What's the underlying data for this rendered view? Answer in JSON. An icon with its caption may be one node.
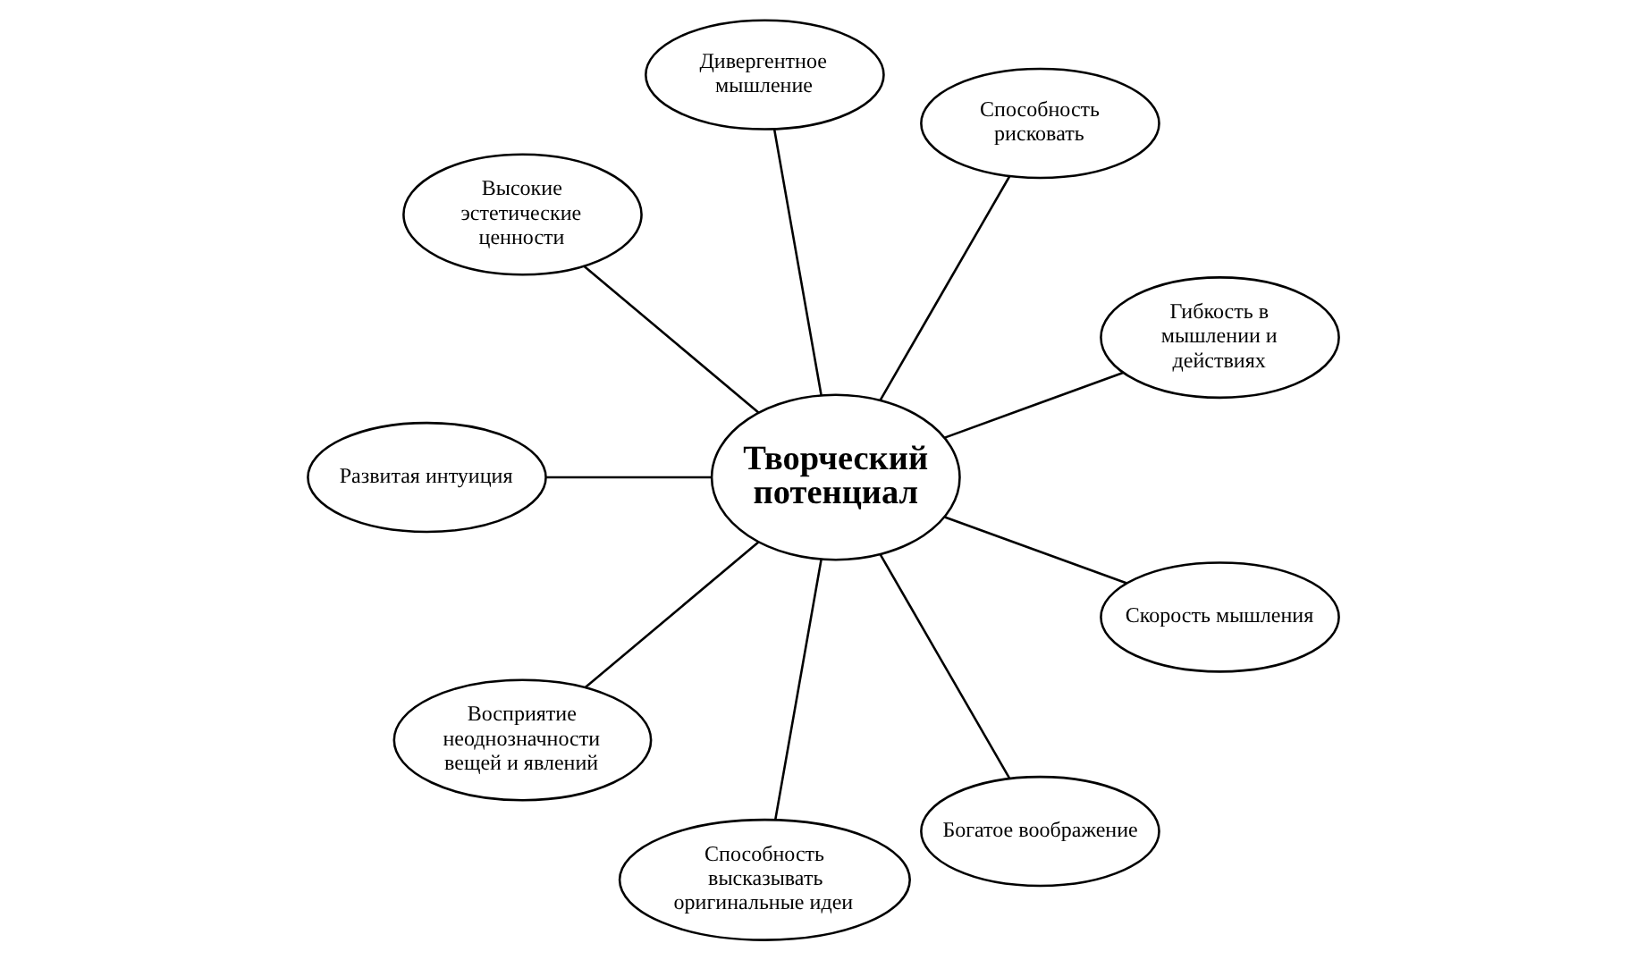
{
  "diagram": {
    "nodes": [
      {
        "text": [
          "Дивергентное мышление"
        ]
      },
      {
        "text": [
          "Высокие эстетические ценности"
        ]
      },
      {
        "text": [
          "Способность рисковать"
        ]
      },
      {
        "text": [
          "Гибкость в мышлении и действиях"
        ]
      },
      {
        "text": [
          "Развитая интуиция"
        ]
      },
      {
        "text": [
          "Творческий потенциал"
        ]
      },
      {
        "text": [
          "Скорость мышления"
        ]
      },
      {
        "text": [
          "Восприятие неоднозначности вещей и явлений"
        ]
      },
      {
        "text": [
          "Способность высказывать оригинальные идеи"
        ]
      },
      {
        "text": [
          "Богатое воображение"
        ]
      }
    ],
    "edges": [
      {
        "from": 5,
        "to": 3,
        "arrow": "none"
      },
      {
        "from": 5,
        "to": 2,
        "arrow": "none"
      },
      {
        "from": 5,
        "to": 0,
        "arrow": "none"
      },
      {
        "from": 5,
        "to": 1,
        "arrow": "none"
      },
      {
        "from": 5,
        "to": 4,
        "arrow": "none"
      },
      {
        "from": 5,
        "to": 7,
        "arrow": "none"
      },
      {
        "from": 5,
        "to": 8,
        "arrow": "none"
      },
      {
        "from": 5,
        "to": 9,
        "arrow": "none"
      },
      {
        "from": 5,
        "to": 6,
        "arrow": "none"
      }
    ]
  }
}
